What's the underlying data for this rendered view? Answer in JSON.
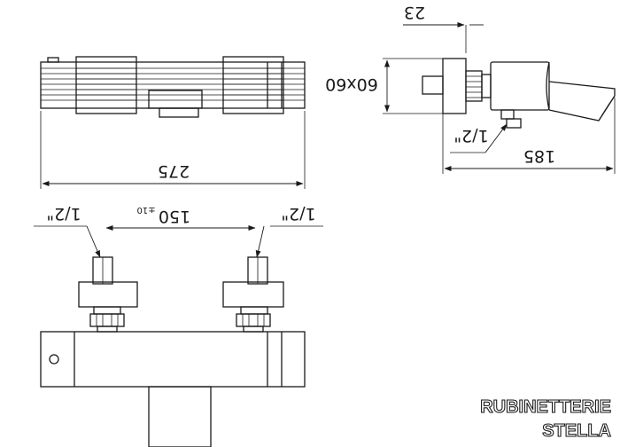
{
  "dimensions": {
    "length": "275",
    "depth": "185",
    "wall_offset": "23",
    "flange": "60x60",
    "center_distance": "150",
    "tolerance": "±10",
    "thread_left": "1/2\"",
    "thread_right": "1/2\"",
    "thread_outlet": "1/2\""
  },
  "brand": {
    "line1": "RUBINETTERIE",
    "line2": "STELLA"
  }
}
